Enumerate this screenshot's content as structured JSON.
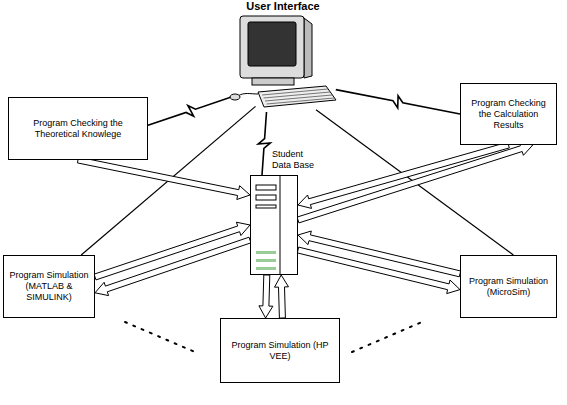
{
  "diagram": {
    "nodes": [
      {
        "text": [
          "User Interface"
        ]
      },
      {
        "text": [
          "Program Checking the Theoretical Knowlege"
        ]
      },
      {
        "text": [
          "Program Checking the Calculation Results"
        ]
      },
      {
        "text": [
          "Student Data Base"
        ]
      },
      {
        "text": [
          "Program Simulation (MATLAB & SIMULINK)"
        ]
      },
      {
        "text": [
          "Program Simulation (MicroSim)"
        ]
      },
      {
        "text": [
          "Program Simulation (HP VEE)"
        ]
      }
    ],
    "edges": [
      {
        "from": 0,
        "to": 1,
        "arrow": "none"
      },
      {
        "from": 0,
        "to": 2,
        "arrow": "none"
      },
      {
        "from": 0,
        "to": 4,
        "arrow": "none"
      },
      {
        "from": 0,
        "to": 5,
        "arrow": "none"
      },
      {
        "from": 0,
        "to": 3,
        "arrow": "none"
      },
      {
        "from": 1,
        "to": 3,
        "arrow": "to"
      },
      {
        "from": 2,
        "to": 3,
        "arrow": "to"
      },
      {
        "from": 3,
        "to": 2,
        "arrow": "to"
      },
      {
        "from": 4,
        "to": 3,
        "arrow": "to"
      },
      {
        "from": 3,
        "to": 4,
        "arrow": "to"
      },
      {
        "from": 5,
        "to": 3,
        "arrow": "to"
      },
      {
        "from": 3,
        "to": 5,
        "arrow": "to"
      },
      {
        "from": 6,
        "to": 3,
        "arrow": "to"
      },
      {
        "from": 3,
        "to": 6,
        "arrow": "to"
      }
    ]
  }
}
